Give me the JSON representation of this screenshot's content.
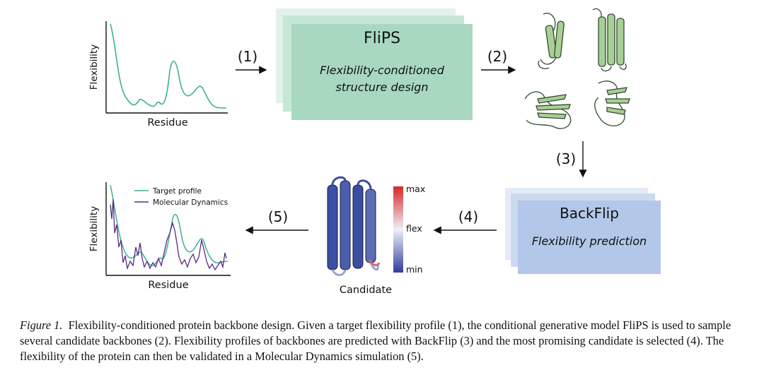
{
  "steps": {
    "s1": "(1)",
    "s2": "(2)",
    "s3": "(3)",
    "s4": "(4)",
    "s5": "(5)"
  },
  "target_plot": {
    "ylabel": "Flexibility",
    "xlabel": "Residue",
    "line_color": "#3cb38f"
  },
  "fliPS_box": {
    "title": "FliPS",
    "subtitle_line1": "Flexibility-conditioned",
    "subtitle_line2": "structure design",
    "color": "#a8d8c0"
  },
  "backflip_box": {
    "title": "BackFlip",
    "subtitle": "Flexibility prediction",
    "color": "#b3c7e8"
  },
  "colorbar": {
    "max_label": "max",
    "mid_label": "flex",
    "min_label": "min"
  },
  "candidate_label": "Candidate",
  "md_plot": {
    "ylabel": "Flexibility",
    "xlabel": "Residue",
    "legend": [
      {
        "label": "Target profile",
        "color": "#3cb38f"
      },
      {
        "label": "Molecular Dynamics",
        "color": "#5b2a86"
      }
    ]
  },
  "caption": {
    "lead": "Figure 1.",
    "text": "Flexibility-conditioned protein backbone design. Given a target flexibility profile (1), the conditional generative model FliPS is used to sample several candidate backbones (2). Flexibility profiles of backbones are predicted with BackFlip (3) and the most promising candidate is selected (4). The flexibility of the protein can then be validated in a Molecular Dynamics simulation (5)."
  }
}
